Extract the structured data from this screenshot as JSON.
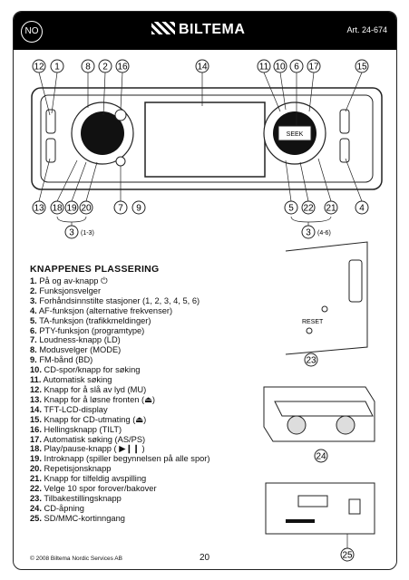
{
  "header": {
    "lang_badge": "NO",
    "brand": "BILTEMA",
    "article": "Art. 24-674"
  },
  "diagram": {
    "top_callouts": [
      "12",
      "1",
      "8",
      "2",
      "16",
      "14",
      "11",
      "10",
      "6",
      "17",
      "15"
    ],
    "bottom_callouts": [
      "13",
      "18",
      "19",
      "20",
      "7",
      "9",
      "5",
      "22",
      "21",
      "4"
    ],
    "group_left": "3",
    "group_left_label": "(1-3)",
    "group_right": "3",
    "group_right_label": "(4-6)",
    "seek_label": "SEEK",
    "reset_label": "RESET",
    "detail_callouts": [
      "23",
      "24",
      "25"
    ]
  },
  "list": {
    "heading": "KNAPPENES PLASSERING",
    "items": [
      {
        "num": "1.",
        "text": "På og av-knapp ⏻"
      },
      {
        "num": "2.",
        "text": "Funksjonsvelger"
      },
      {
        "num": "3.",
        "text": "Forhåndsinnstilte stasjoner (1, 2, 3, 4, 5, 6)"
      },
      {
        "num": "4.",
        "text": "AF-funksjon (alternative frekvenser)"
      },
      {
        "num": "5.",
        "text": "TA-funksjon (trafikkmeldinger)"
      },
      {
        "num": "6.",
        "text": "PTY-funksjon (programtype)"
      },
      {
        "num": "7.",
        "text": "Loudness-knapp (LD)"
      },
      {
        "num": "8.",
        "text": "Modusvelger (MODE)"
      },
      {
        "num": "9.",
        "text": "FM-bånd (BD)"
      },
      {
        "num": "10.",
        "text": "CD-spor/knapp for søking"
      },
      {
        "num": "11.",
        "text": "Automatisk søking"
      },
      {
        "num": "12.",
        "text": "Knapp for å slå av lyd (MU)"
      },
      {
        "num": "13.",
        "text": "Knapp for å løsne fronten (⏏)"
      },
      {
        "num": "14.",
        "text": "TFT-LCD-display"
      },
      {
        "num": "15.",
        "text": "Knapp for CD-utmating (⏏)"
      },
      {
        "num": "16.",
        "text": "Hellingsknapp (TILT)"
      },
      {
        "num": "17.",
        "text": "Automatisk søking (AS/PS)"
      },
      {
        "num": "18.",
        "text": "Play/pause-knapp ( ▶❙❙ )"
      },
      {
        "num": "19.",
        "text": "Introknapp (spiller begynnelsen på alle spor)"
      },
      {
        "num": "20.",
        "text": "Repetisjonsknapp"
      },
      {
        "num": "21.",
        "text": "Knapp for tilfeldig avspilling"
      },
      {
        "num": "22.",
        "text": "Velge 10 spor forover/bakover"
      },
      {
        "num": "23.",
        "text": "Tilbakestillingsknapp"
      },
      {
        "num": "24.",
        "text": "CD-åpning"
      },
      {
        "num": "25.",
        "text": "SD/MMC-kortinngang"
      }
    ]
  },
  "footer": {
    "copyright": "© 2008 Biltema Nordic Services AB",
    "page_number": "20"
  }
}
